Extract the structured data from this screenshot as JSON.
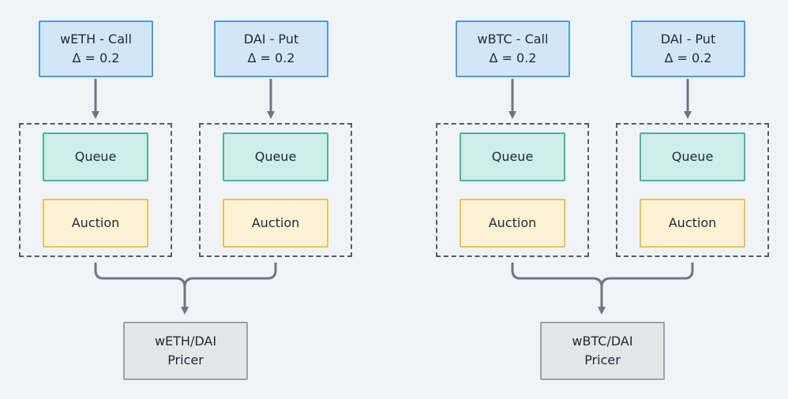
{
  "diagram": {
    "left": {
      "call_option": {
        "title": "wETH - Call",
        "delta": "Δ = 0.2"
      },
      "put_option": {
        "title": "DAI - Put",
        "delta": "Δ = 0.2"
      },
      "call_group": {
        "queue": "Queue",
        "auction": "Auction"
      },
      "put_group": {
        "queue": "Queue",
        "auction": "Auction"
      },
      "pricer": {
        "pair": "wETH/DAI",
        "label": "Pricer"
      }
    },
    "right": {
      "call_option": {
        "title": "wBTC - Call",
        "delta": "Δ = 0.2"
      },
      "put_option": {
        "title": "DAI - Put",
        "delta": "Δ = 0.2"
      },
      "call_group": {
        "queue": "Queue",
        "auction": "Auction"
      },
      "put_group": {
        "queue": "Queue",
        "auction": "Auction"
      },
      "pricer": {
        "pair": "wBTC/DAI",
        "label": "Pricer"
      }
    },
    "colors": {
      "background": "#f0f4f8",
      "option_fill": "#d3e6f8",
      "option_border": "#4a9ddb",
      "queue_fill": "#cdeeea",
      "queue_border": "#45b5a3",
      "auction_fill": "#fdf3d4",
      "auction_border": "#f0c14e",
      "pricer_fill": "#e4e6e8",
      "pricer_border": "#9aa3ab",
      "connector": "#6b7785"
    }
  }
}
